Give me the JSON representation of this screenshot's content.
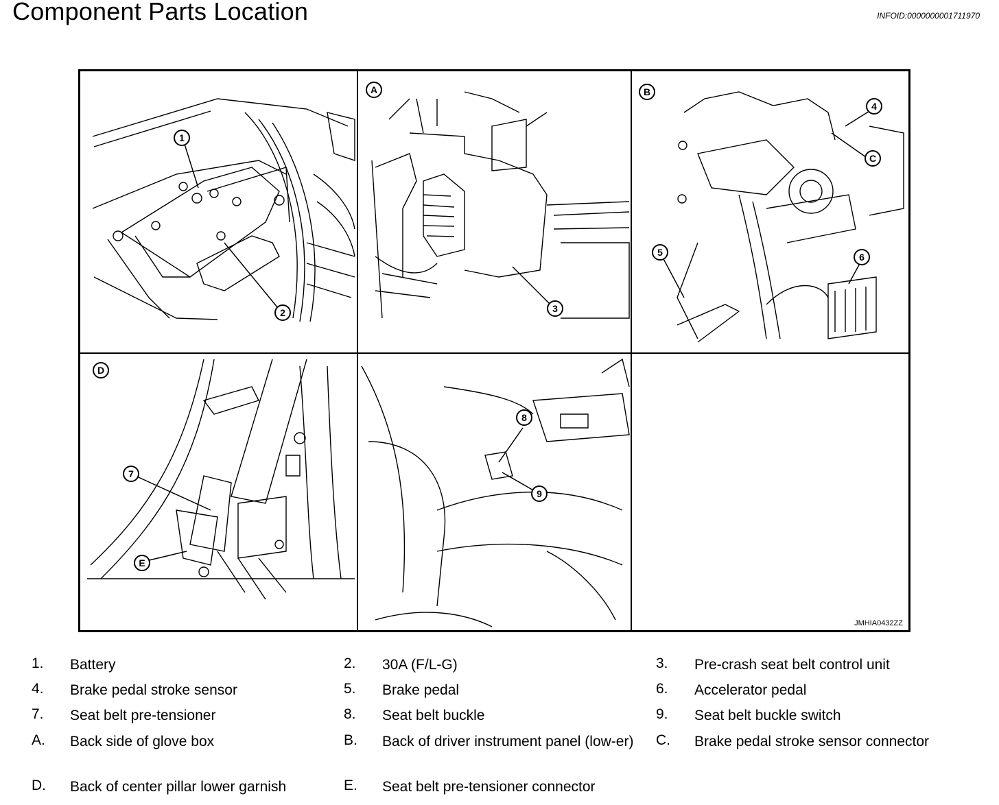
{
  "page": {
    "title": "Component Parts Location",
    "info_id": "INFOID:0000000001711970"
  },
  "figure": {
    "code": "JMHIA0432ZZ",
    "panel_labels": [
      "A",
      "B",
      "D"
    ],
    "callouts": [
      "1",
      "2",
      "3",
      "4",
      "5",
      "6",
      "7",
      "8",
      "9",
      "C",
      "E"
    ]
  },
  "legend": [
    {
      "key": "1.",
      "text": "Battery"
    },
    {
      "key": "2.",
      "text": "30A (F/L-G)"
    },
    {
      "key": "3.",
      "text": "Pre-crash seat belt control unit"
    },
    {
      "key": "4.",
      "text": "Brake pedal stroke sensor"
    },
    {
      "key": "5.",
      "text": "Brake pedal"
    },
    {
      "key": "6.",
      "text": "Accelerator pedal"
    },
    {
      "key": "7.",
      "text": "Seat belt pre-tensioner"
    },
    {
      "key": "8.",
      "text": "Seat belt buckle"
    },
    {
      "key": "9.",
      "text": "Seat belt buckle switch"
    },
    {
      "key": "A.",
      "text": "Back side of glove box"
    },
    {
      "key": "B.",
      "text": "Back of driver instrument panel (low-er)"
    },
    {
      "key": "C.",
      "text": "Brake pedal stroke sensor connector"
    },
    {
      "key": "D.",
      "text": "Back of center pillar lower garnish"
    },
    {
      "key": "E.",
      "text": "Seat belt pre-tensioner connector"
    }
  ]
}
